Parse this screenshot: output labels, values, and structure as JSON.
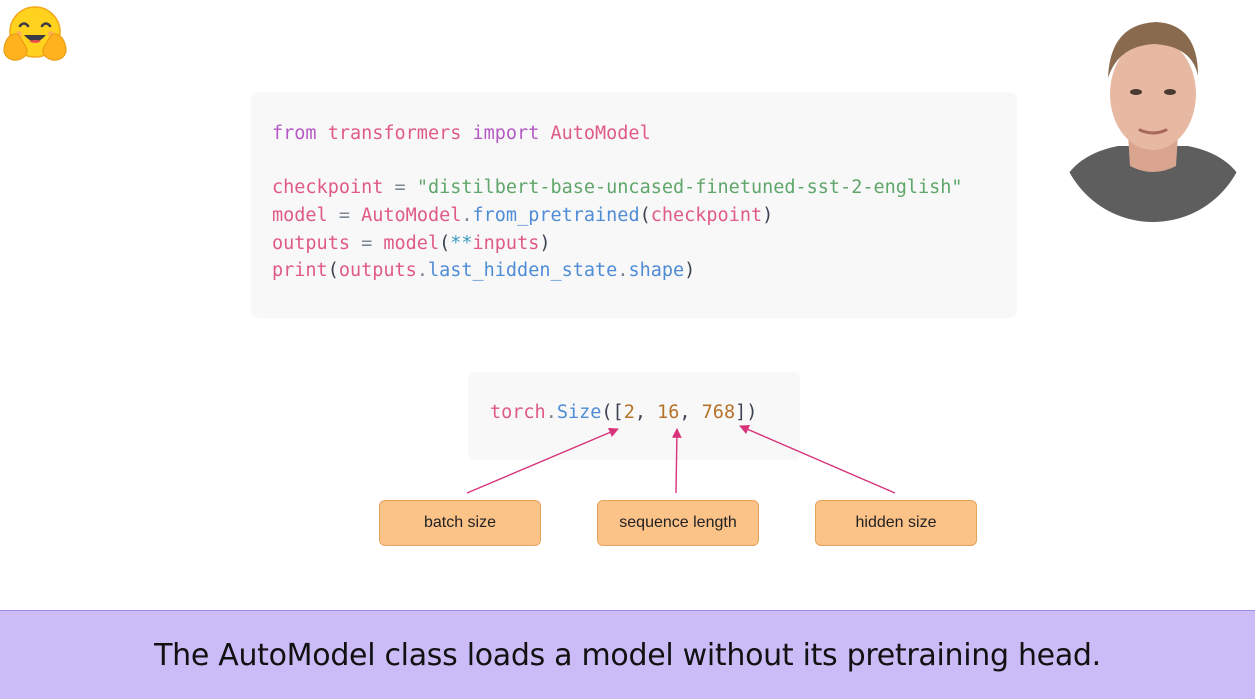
{
  "code": {
    "line1": {
      "from": "from",
      "module": "transformers",
      "import": "import",
      "name": "AutoModel"
    },
    "line3": {
      "var": "checkpoint",
      "eq": " = ",
      "value": "\"distilbert-base-uncased-finetuned-sst-2-english\""
    },
    "line4": {
      "var": "model",
      "eq": " = ",
      "cls": "AutoModel",
      "dot": ".",
      "method": "from_pretrained",
      "open": "(",
      "arg": "checkpoint",
      "close": ")"
    },
    "line5": {
      "var": "outputs",
      "eq": " = ",
      "fn": "model",
      "open": "(",
      "stars": "**",
      "arg": "inputs",
      "close": ")"
    },
    "line6": {
      "fn": "print",
      "open": "(",
      "obj": "outputs",
      "dot1": ".",
      "attr1": "last_hidden_state",
      "dot2": ".",
      "attr2": "shape",
      "close": ")"
    }
  },
  "output": {
    "mod": "torch",
    "dot": ".",
    "cls": "Size",
    "open": "([",
    "n1": "2",
    "sep1": ", ",
    "n2": "16",
    "sep2": ", ",
    "n3": "768",
    "close": "])"
  },
  "labels": {
    "batch": "batch size",
    "sequence": "sequence length",
    "hidden": "hidden size"
  },
  "caption": "The AutoModel class loads a model without its pretraining head.",
  "colors": {
    "arrow": "#d6337a",
    "label_bg": "#fcc389",
    "caption_bg": "#cbbcf7"
  },
  "icons": {
    "logo": "hugging-face-emoji",
    "presenter": "presenter-avatar"
  }
}
